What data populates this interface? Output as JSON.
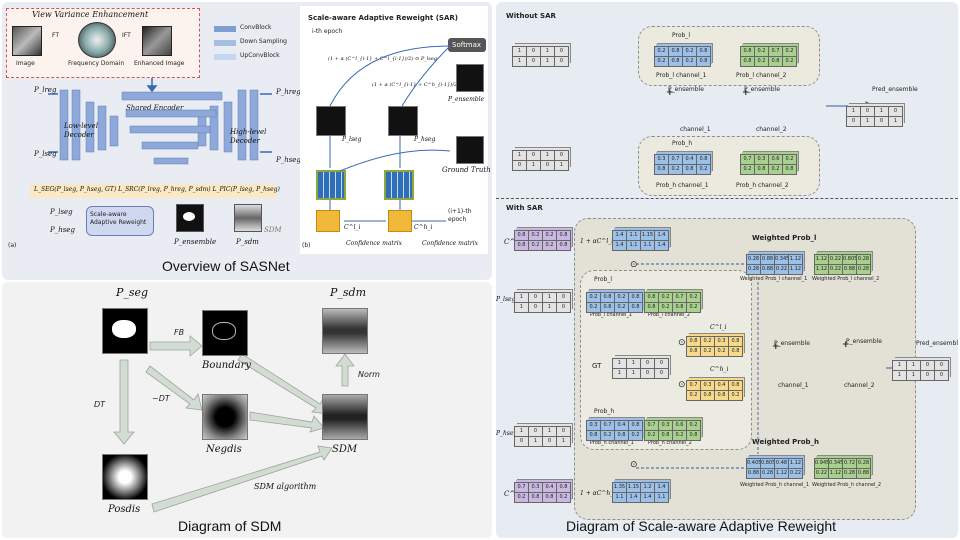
{
  "sasnet": {
    "view_variance_title": "View Variance Enhancement",
    "ft_label": "FT",
    "ift_label": "IFT",
    "image_label": "Image",
    "freq_label": "Frequency Domain",
    "enhanced_label": "Enhanced Image",
    "legend": [
      "ConvBlock",
      "Down Sampling",
      "UpConvBlock"
    ],
    "p_lreg": "P_lreg",
    "p_lseg": "P_lseg",
    "p_hreg": "P_hreg",
    "p_hseg": "P_hseg",
    "shared_encoder": "Shared Encoder",
    "low_level_decoder": "Low-level Decoder",
    "high_level_decoder": "High-level Decoder",
    "loss_line": "L_SEG(P_lseg, P_hseg, GT)   L_SRC(P_lreg, P_hreg, P_sdm)   L_PIC(P_lseg, P_hseg)",
    "reweight_box": "Scale-aware Adaptive Reweight",
    "p_ensemble": "P_ensemble",
    "p_sdm": "P_sdm",
    "sdm_tag": "SDM",
    "panel_a": "(a)",
    "panel_b": "(b)",
    "sar_title": "Scale-aware Adaptive Reweight (SAR)",
    "epoch": "i-th epoch",
    "softmax": "Softmax",
    "formula_top": "(1 + α (C^l_{i-1} + C^l_{i-1})/2) ⊙ P_lseg",
    "formula_mid": "(1 + α (C^l_{i-1} + C^h_{i-1})/2) ⊙ P_hseg",
    "ground_truth": "Ground Truth",
    "confidence_matrix": "Confidence matrix",
    "next_epoch": "(i+1)-th epoch",
    "c_l": "C^l_i",
    "c_h": "C^h_i",
    "caption": "Overview of SASNet"
  },
  "sdm": {
    "p_seg": "P_seg",
    "fb": "FB",
    "boundary": "Boundary",
    "dt": "DT",
    "ndt": "~DT",
    "negdis": "Negdis",
    "posdis": "Posdis",
    "sdm_node": "SDM",
    "p_sdm": "P_sdm",
    "norm": "Norm",
    "sdm_algorithm": "SDM algorithm",
    "caption": "Diagram of SDM"
  },
  "sar": {
    "without_title": "Without SAR",
    "with_title": "With SAR",
    "p_lseg": "P_lseg",
    "p_hseg": "P_hseg",
    "prob_l": "Prob_l",
    "prob_h": "Prob_h",
    "p_ensemble": "P_ensemble",
    "channel1": "channel_1",
    "channel2": "channel_2",
    "prob_l_channel1": "Prob_l channel_1",
    "prob_l_channel2": "Prob_l channel_2",
    "prob_h_channel1": "Prob_h channel_1",
    "prob_h_channel2": "Prob_h channel_2",
    "pred_ensemble": "Pred_ensemble",
    "c_l": "C^l_i",
    "c_h": "C^h_i",
    "one_plus": "1 + αC^l_i",
    "one_plus_h": "1 + αC^h_i",
    "gt": "GT",
    "weighted_prob_l": "Weighted Prob_l",
    "weighted_prob_h": "Weighted Prob_h",
    "weighted_l_c1": "Weighted Prob_l channel_1",
    "weighted_l_c2": "Weighted Prob_l channel_2",
    "weighted_h_c1": "Weighted Prob_h channel_1",
    "weighted_h_c2": "Weighted Prob_h channel_2",
    "seg_l": [
      [
        1,
        0,
        1,
        0
      ],
      [
        1,
        0,
        1,
        0
      ]
    ],
    "seg_h": [
      [
        1,
        0,
        1,
        0
      ],
      [
        0,
        1,
        0,
        1
      ]
    ],
    "prob_l_c1": [
      [
        0.2,
        0.8,
        0.2,
        0.8
      ],
      [
        0.2,
        0.8,
        0.2,
        0.8
      ]
    ],
    "prob_l_c2": [
      [
        0.8,
        0.2,
        0.7,
        0.2
      ],
      [
        0.8,
        0.2,
        0.8,
        0.2
      ]
    ],
    "prob_h_c1": [
      [
        0.3,
        0.7,
        0.4,
        0.8
      ],
      [
        0.8,
        0.2,
        0.8,
        0.2
      ]
    ],
    "prob_h_c2": [
      [
        0.7,
        0.3,
        0.6,
        0.2
      ],
      [
        0.2,
        0.8,
        0.2,
        0.8
      ]
    ],
    "gt_grid": [
      [
        1,
        1,
        0,
        0
      ],
      [
        1,
        1,
        0,
        0
      ]
    ],
    "c_l_grid": [
      [
        0.8,
        0.2,
        0.2,
        0.8
      ],
      [
        0.8,
        0.2,
        0.2,
        0.8
      ]
    ],
    "c_h_grid": [
      [
        0.7,
        0.3,
        0.4,
        0.8
      ],
      [
        0.2,
        0.8,
        0.8,
        0.2
      ]
    ],
    "one_plus_l_grid": [
      [
        1.4,
        1.1,
        1.15,
        1.4
      ],
      [
        1.4,
        1.1,
        1.1,
        1.4
      ]
    ],
    "one_plus_h_grid": [
      [
        1.35,
        1.15,
        1.2,
        1.4
      ],
      [
        1.1,
        1.4,
        1.4,
        1.1
      ]
    ],
    "cl_2": [
      [
        0.8,
        0.2,
        0.3,
        0.8
      ],
      [
        0.8,
        0.2,
        0.2,
        0.8
      ]
    ],
    "ch_2": [
      [
        0.7,
        0.3,
        0.4,
        0.8
      ],
      [
        0.2,
        0.8,
        0.8,
        0.2
      ]
    ],
    "wl_c1": [
      [
        0.28,
        0.88,
        0.345,
        1.12
      ],
      [
        0.28,
        0.88,
        0.22,
        1.12
      ]
    ],
    "wl_c2": [
      [
        1.12,
        0.22,
        0.805,
        0.28
      ],
      [
        1.12,
        0.22,
        0.88,
        0.28
      ]
    ],
    "wh_c1": [
      [
        0.405,
        0.805,
        0.48,
        1.12
      ],
      [
        0.88,
        0.28,
        1.12,
        0.22
      ]
    ],
    "wh_c2": [
      [
        0.945,
        0.345,
        0.72,
        0.28
      ],
      [
        0.22,
        1.12,
        0.28,
        0.88
      ]
    ],
    "pred": [
      [
        1,
        0,
        1,
        0
      ],
      [
        0,
        1,
        0,
        1
      ]
    ],
    "pred2": [
      [
        1,
        1,
        0,
        0
      ],
      [
        1,
        1,
        0,
        0
      ]
    ],
    "caption": "Diagram of Scale-aware Adaptive Reweight"
  },
  "colors": {
    "blue_cell": "#9cc0e8",
    "green_cell": "#a9d08e",
    "purple_cell": "#c9b8e0",
    "yellow_cell": "#f7d98b",
    "gray_cell": "#e3e3e3",
    "dark_blue": "#2f5e9e",
    "dark_green": "#4b7a2c"
  }
}
